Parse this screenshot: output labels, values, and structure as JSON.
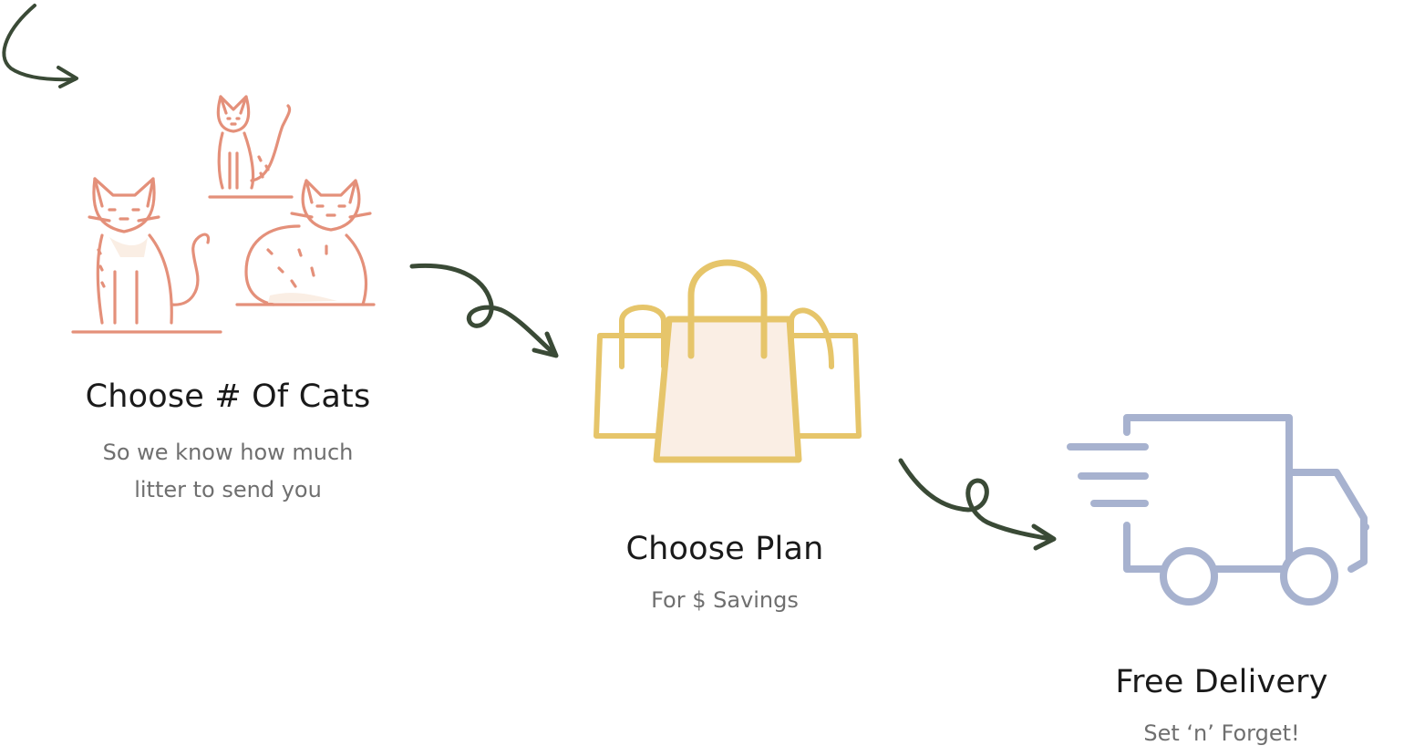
{
  "steps": [
    {
      "title": "Choose # Of Cats",
      "subtitle_lines": [
        "So we know how much",
        "litter to send you"
      ],
      "icon": "cats-icon",
      "color": "#e4907a"
    },
    {
      "title": "Choose Plan",
      "subtitle_lines": [
        "For $ Savings"
      ],
      "icon": "shopping-bags-icon",
      "color": "#e6c56a"
    },
    {
      "title": "Free Delivery",
      "subtitle_lines": [
        "Set ‘n’ Forget!"
      ],
      "icon": "delivery-truck-icon",
      "color": "#a7b2cf"
    }
  ],
  "colors": {
    "arrow": "#3a4a36",
    "title_text": "#1a1a1a",
    "subtitle_text": "#6f6f6f",
    "accent_fill": "#faeee4"
  }
}
